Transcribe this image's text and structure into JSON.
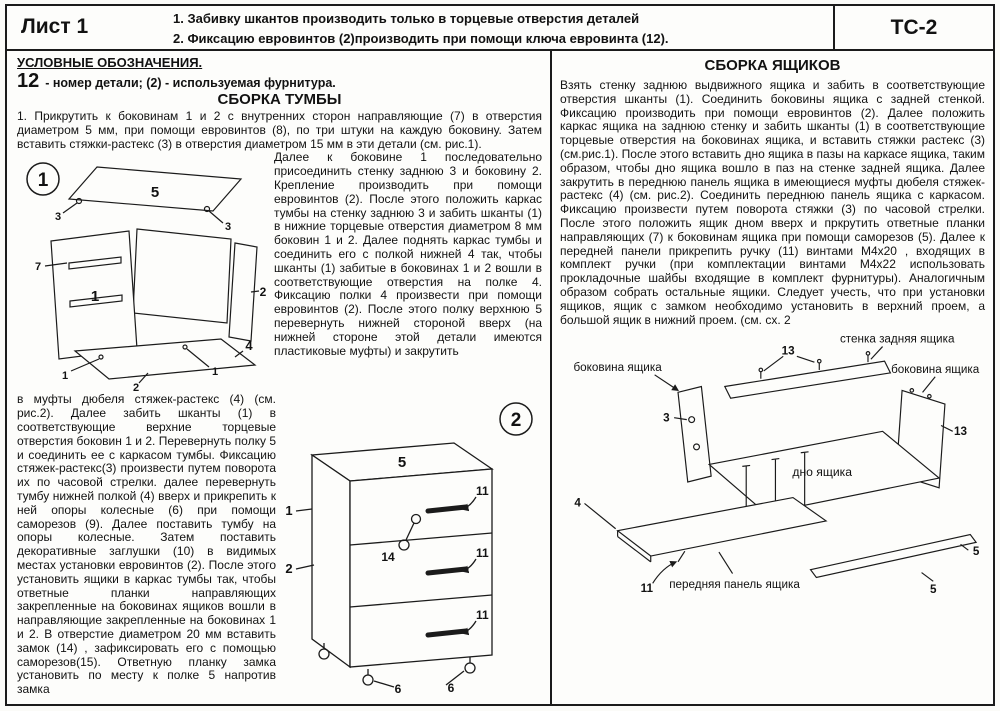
{
  "colors": {
    "ink": "#1b1b1b",
    "paper": "#fdfdfb"
  },
  "header": {
    "sheet_label": "Лист 1",
    "note1": "1. Забивку шкантов производить только в торцевые отверстия деталей",
    "note2": "2. Фиксацию евровинтов (2)производить при помощи ключа евровинта (12).",
    "model_code": "ТС-2"
  },
  "legend": {
    "title": "УСЛОВНЫЕ ОБОЗНАЧЕНИЯ.",
    "sample_number": "12",
    "text": "- номер детали;  (2) - используемая фурнитура."
  },
  "cabinet_section": {
    "title": "СБОРКА ТУМБЫ",
    "para1": "1.  Прикрутить к боковинам 1 и 2  с внутренних сторон  направляющие (7) в отверстия диаметром 5 мм, при помощи евровинтов (8), по три штуки на каждую боковину. Затем вставить стяжки-растекс (3) в отверстия диаметром 15 мм в эти детали (см. рис.1).",
    "para2": "Далее к боковине 1 последовательно присоединить стенку заднюю 3 и боковину 2. Крепление производить при помощи евровинтов (2). После этого положить каркас тумбы на стенку заднюю 3 и забить шканты (1) в нижние торцевые отверстия диаметром 8 мм боковин 1 и 2. Далее поднять каркас тумбы и соединить  его с полкой нижней 4 так, чтобы шканты (1) забитые в боковинах 1 и 2  вошли в соответствующие отверстия на полке 4. Фиксацию полки 4 произвести при помощи евровинтов (2). После этого полку верхнюю 5 перевернуть нижней стороной вверх (на нижней стороне этой детали имеются пластиковые муфты) и закрутить",
    "para3": "в муфты дюбеля стяжек-растекс (4) (см. рис.2). Далее забить шканты (1) в соответствующие верхние торцевые отверстия боковин 1 и 2. Перевернуть полку 5 и соединить ее с каркасом тумбы. Фиксацию стяжек-растекс(3) произвести путем поворота их по часовой стрелки. далее перевернуть тумбу нижней полкой (4) вверх и прикрепить к ней опоры колесные (6) при помощи саморезов  (9). Далее поставить тумбу на опоры колесные. Затем поставить декоративные заглушки (10) в видимых местах установки евровинтов (2). После этого установить  ящики в каркас тумбы так, чтобы ответные планки направляющих закрепленные на боковинах ящиков вошли в направляющие закрепленные на боковинах 1 и 2. В отверстие  диаметром 20 мм вставить замок (14) , зафиксировать его с помощью саморезов(15). Ответную планку замка установить по месту к  полке 5 напротив   замка"
  },
  "drawer_section": {
    "title": "СБОРКА ЯЩИКОВ",
    "para": "Взять стенку заднюю выдвижного ящика и забить в соответствующие отверстия шканты (1). Соединить боковины ящика с задней стенкой. Фиксацию производить при помощи евровинтов (2). Далее положить каркас ящика на заднюю стенку и забить шканты (1) в соответствующие торцевые отверстия на боковинах ящика, и вставить стяжки растекс (3) (см.рис.1). После этого вставить дно ящика в пазы на каркасе ящика, таким образом, чтобы дно ящика вошло в паз на стенке задней ящика. Далее закрутить в переднюю панель ящика в имеющиеся муфты дюбеля стяжек-растекс (4) (см. рис.2). Соединить переднюю панель ящика с каркасом.  Фиксацию произвести путем поворота стяжки (3) по часовой стрелки. После этого положить ящик дном вверх и пркрутить ответные планки направляющих  (7) к боковинам ящика при помощи саморезов (5). Далее к передней панели прикрепить ручку (11) винтами М4х20 , входящих в комплект ручки (при комплектации винтами М4х22 использовать прокладочные шайбы входящие в комплект фурнитуры). Аналогичным образом собрать остальные ящики. Следует учесть, что при установки ящиков,  ящик с замком необходимо установить в верхний проем, а большой ящик в нижний проем. (см. сх. 2"
  },
  "figure1": {
    "badge": "1",
    "labels": {
      "p5": "5",
      "p1": "1",
      "p2": "2",
      "p4": "4",
      "f3a": "3",
      "f3b": "3",
      "f7": "7",
      "f1a": "1",
      "f1b": "1",
      "f2a": "2"
    }
  },
  "figure2": {
    "badge": "2",
    "labels": {
      "p5": "5",
      "h1": "11",
      "h2": "11",
      "h3": "11",
      "lock": "14",
      "side": "1",
      "edge": "2",
      "c1": "6",
      "c2": "6"
    }
  },
  "figure3": {
    "back_wall": "стенка задняя ящика",
    "side_left": "боковина ящика",
    "side_right": "боковина ящика",
    "bottom": "дно ящика",
    "front_panel": "передняя панель ящика",
    "labels": {
      "n13a": "13",
      "n13b": "13",
      "n3": "3",
      "n4": "4",
      "n11": "11",
      "n5a": "5",
      "n5b": "5"
    }
  }
}
